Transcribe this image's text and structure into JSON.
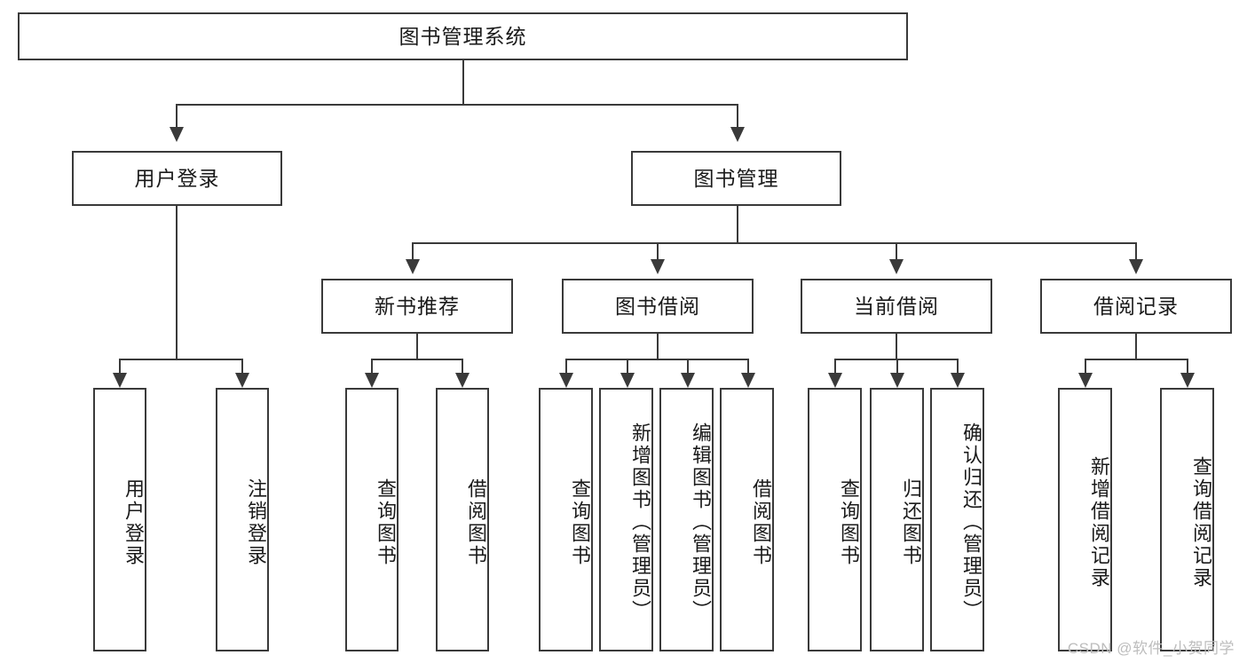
{
  "diagram": {
    "type": "tree-hierarchy",
    "title": "图书管理系统",
    "root": {
      "label": "图书管理系统"
    },
    "level2": [
      {
        "label": "用户登录"
      },
      {
        "label": "图书管理"
      }
    ],
    "level3": [
      {
        "label": "新书推荐"
      },
      {
        "label": "图书借阅"
      },
      {
        "label": "当前借阅"
      },
      {
        "label": "借阅记录"
      }
    ],
    "leaves": {
      "user_login": [
        {
          "label": "用户登录"
        },
        {
          "label": "注销登录"
        }
      ],
      "new_book_recommend": [
        {
          "label": "查询图书"
        },
        {
          "label": "借阅图书"
        }
      ],
      "book_borrow": [
        {
          "label": "查询图书"
        },
        {
          "label": "新增图书（管理员）"
        },
        {
          "label": "编辑图书（管理员）"
        },
        {
          "label": "借阅图书"
        }
      ],
      "current_borrow": [
        {
          "label": "查询图书"
        },
        {
          "label": "归还图书"
        },
        {
          "label": "确认归还（管理员）"
        }
      ],
      "borrow_record": [
        {
          "label": "新增借阅记录"
        },
        {
          "label": "查询借阅记录"
        }
      ]
    }
  },
  "watermark": {
    "text": "CSDN @软件_小贺同学"
  },
  "colors": {
    "stroke": "#3a3a3a",
    "background": "#ffffff",
    "text": "#1a1a1a",
    "watermark": "#bdbdbd"
  }
}
